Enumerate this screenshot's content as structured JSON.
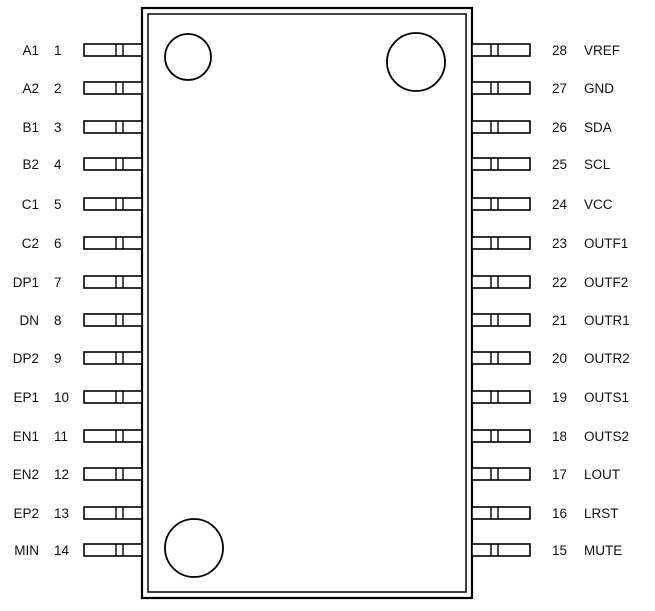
{
  "left_pins": [
    {
      "num": "1",
      "name": "A1"
    },
    {
      "num": "2",
      "name": "A2"
    },
    {
      "num": "3",
      "name": "B1"
    },
    {
      "num": "4",
      "name": "B2"
    },
    {
      "num": "5",
      "name": "C1"
    },
    {
      "num": "6",
      "name": "C2"
    },
    {
      "num": "7",
      "name": "DP1"
    },
    {
      "num": "8",
      "name": "DN"
    },
    {
      "num": "9",
      "name": "DP2"
    },
    {
      "num": "10",
      "name": "EP1"
    },
    {
      "num": "11",
      "name": "EN1"
    },
    {
      "num": "12",
      "name": "EN2"
    },
    {
      "num": "13",
      "name": "EP2"
    },
    {
      "num": "14",
      "name": "MIN"
    }
  ],
  "right_pins": [
    {
      "num": "28",
      "name": "VREF"
    },
    {
      "num": "27",
      "name": "GND"
    },
    {
      "num": "26",
      "name": "SDA"
    },
    {
      "num": "25",
      "name": "SCL"
    },
    {
      "num": "24",
      "name": "VCC"
    },
    {
      "num": "23",
      "name": "OUTF1"
    },
    {
      "num": "22",
      "name": "OUTF2"
    },
    {
      "num": "21",
      "name": "OUTR1"
    },
    {
      "num": "20",
      "name": "OUTR2"
    },
    {
      "num": "19",
      "name": "OUTS1"
    },
    {
      "num": "18",
      "name": "OUTS2"
    },
    {
      "num": "17",
      "name": "LOUT"
    },
    {
      "num": "16",
      "name": "LRST"
    },
    {
      "num": "15",
      "name": "MUTE"
    }
  ]
}
